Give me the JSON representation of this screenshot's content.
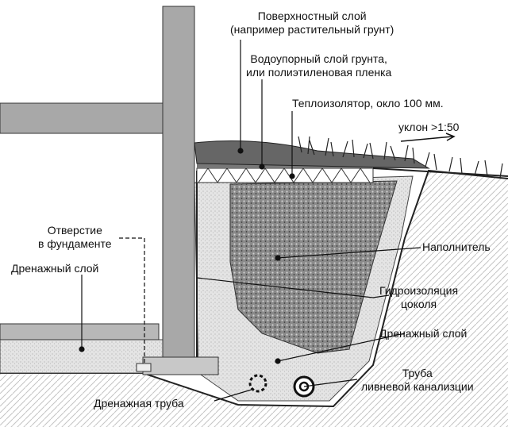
{
  "labels": {
    "surface_layer_1": "Поверхностный слой",
    "surface_layer_2": "(например растительный грунт)",
    "waterproof_1": "Водоупорный слой грунта,",
    "waterproof_2": "или полиэтиленовая пленка",
    "insulator": "Теплоизолятор, окло 100 мм.",
    "slope": "уклон >1:50",
    "hole_1": "Отверстие",
    "hole_2": "в фундаменте",
    "drain_layer_left": "Дренажный слой",
    "filler": "Наполнитель",
    "plinth_1": "Гидроизоляция",
    "plinth_2": "цоколя",
    "drain_layer_right": "Дренажный слой",
    "storm_pipe_1": "Труба",
    "storm_pipe_2": "ливневой канализции",
    "drain_pipe": "Дренажная труба"
  }
}
